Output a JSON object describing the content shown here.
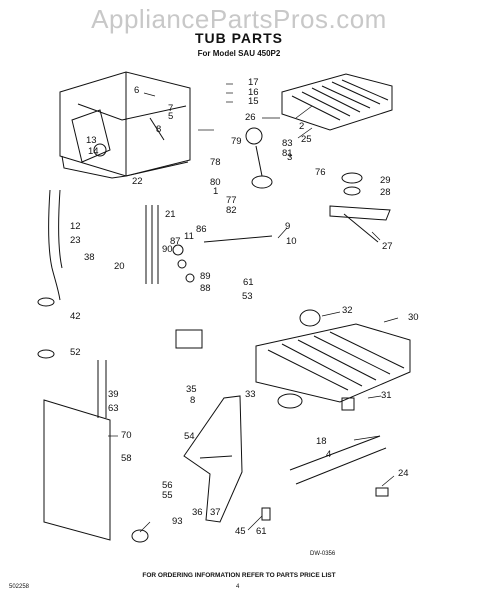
{
  "watermark": "AppliancePartsPros.com",
  "title": "TUB PARTS",
  "model_line": "For Model SAU 450P2",
  "footer_note": "FOR ORDERING INFORMATION REFER TO PARTS PRICE LIST",
  "doc_code": "502258",
  "page_number": "4",
  "drawing_number": "DW-0356",
  "callouts": [
    "1",
    "2",
    "3",
    "4",
    "5",
    "6",
    "7",
    "8",
    "9",
    "10",
    "11",
    "12",
    "13",
    "14",
    "15",
    "16",
    "17",
    "18",
    "20",
    "21",
    "22",
    "23",
    "24",
    "25",
    "26",
    "27",
    "28",
    "29",
    "30",
    "31",
    "32",
    "33",
    "35",
    "36",
    "37",
    "38",
    "39",
    "42",
    "45",
    "52",
    "53",
    "54",
    "55",
    "56",
    "58",
    "61",
    "63",
    "70",
    "76",
    "77",
    "78",
    "79",
    "80",
    "81",
    "82",
    "83",
    "86",
    "87",
    "88",
    "89",
    "90",
    "93"
  ]
}
